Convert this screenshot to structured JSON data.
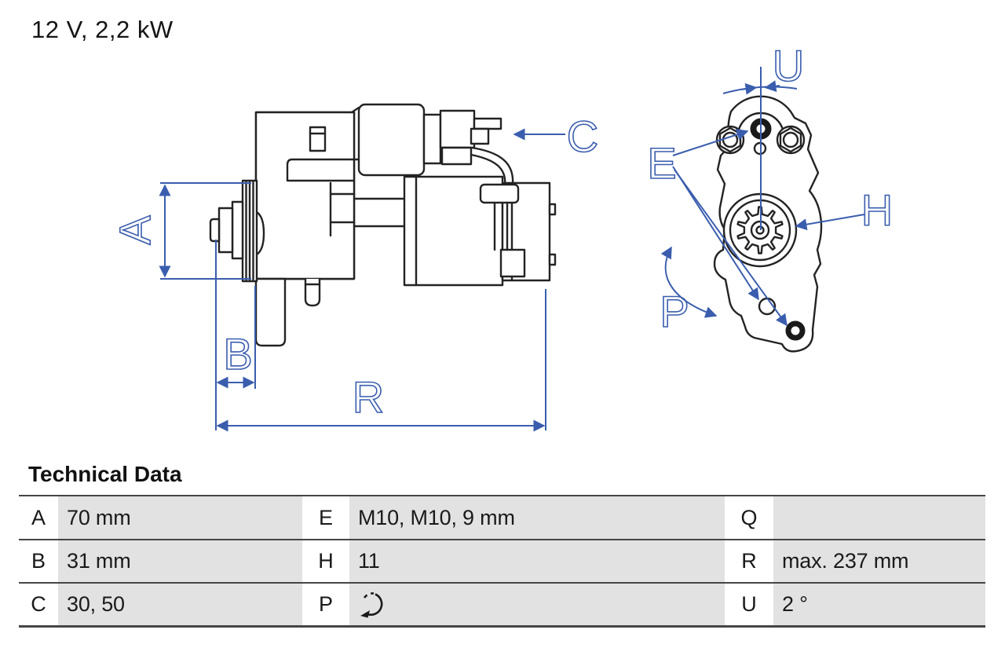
{
  "title": "12 V, 2,2 kW",
  "colors": {
    "accent_blue": "#3A5DAE",
    "drawing_line": "#232323",
    "cell_gray": "#E2E2E2",
    "table_border": "#454545"
  },
  "drawing": {
    "side_view_labels": {
      "A": "A",
      "B": "B",
      "C": "C",
      "R": "R"
    },
    "front_view_labels": {
      "E": "E",
      "H": "H",
      "P": "P",
      "U": "U"
    }
  },
  "technical_data": {
    "heading": "Technical Data",
    "rows": [
      {
        "cells": [
          {
            "key": "A",
            "value": "70 mm"
          },
          {
            "key": "E",
            "value": "M10, M10, 9 mm"
          },
          {
            "key": "Q",
            "value": ""
          }
        ]
      },
      {
        "cells": [
          {
            "key": "B",
            "value": "31 mm"
          },
          {
            "key": "H",
            "value": "11"
          },
          {
            "key": "R",
            "value": "max. 237 mm"
          }
        ]
      },
      {
        "cells": [
          {
            "key": "C",
            "value": "30, 50"
          },
          {
            "key": "P",
            "value": "",
            "icon": "rotation-direction-icon"
          },
          {
            "key": "U",
            "value": "2 °"
          }
        ]
      }
    ]
  }
}
